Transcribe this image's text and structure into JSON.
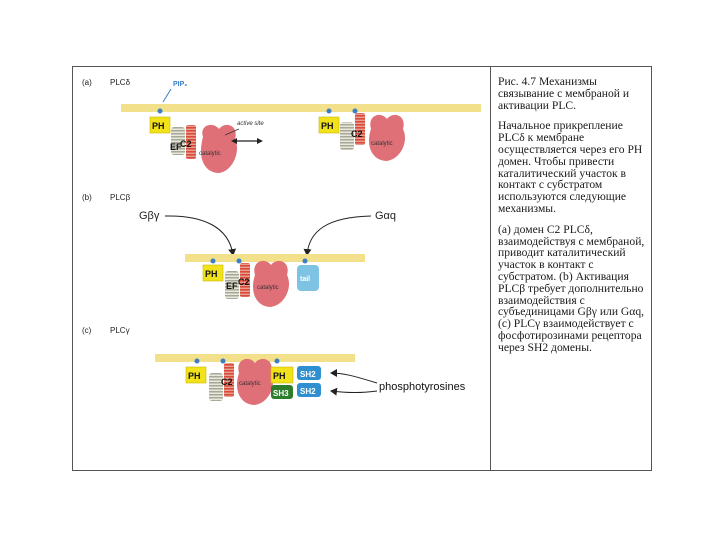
{
  "panels": {
    "a": {
      "letter": "(a)",
      "title": "PLCδ"
    },
    "b": {
      "letter": "(b)",
      "title": "PLCβ"
    },
    "c": {
      "letter": "(c)",
      "title": "PLCγ"
    }
  },
  "labels": {
    "pip2": "PIP₂",
    "ph": "PH",
    "ef": "EF",
    "c2": "C2",
    "catalytic": "catalytic",
    "active_site": "active site",
    "g_beta_gamma": "Gβγ",
    "g_alpha_q": "Gαq",
    "tail": "tail",
    "sh2": "SH2",
    "sh3": "SH3",
    "phosphotyrosines": "phosphotyrosines"
  },
  "caption": {
    "title": "Рис. 4.7 Механизмы связывание с мембраной и активации PLC.",
    "paragraph1": "Начальное прикрепление PLCδ к мембране осуществляется через его PH домен. Чтобы привести каталитический участок в контакт с субстратом используются следующие механизмы.",
    "paragraph2": "(a) домен C2 PLCδ, взаимодействуя с мембраной, приводит каталитический участок в контакт с субстратом. (b) Активация PLCβ требует дополнительно взаимодействия с субъединицами Gβγ или Gαq, (c) PLCγ взаимодействует с фосфотирозинами рецептора через SH2 домены."
  },
  "colors": {
    "membrane": "#f3e08a",
    "ph_box": "#f2e21a",
    "c2_domain": "#d94a3a",
    "catalytic": "#e07078",
    "ef_hand": "#b8b8a8",
    "tail": "#7fc3e4",
    "sh2": "#2f8fd0",
    "sh3": "#2d7d2d",
    "lipid_head": "#3a7dc8"
  }
}
